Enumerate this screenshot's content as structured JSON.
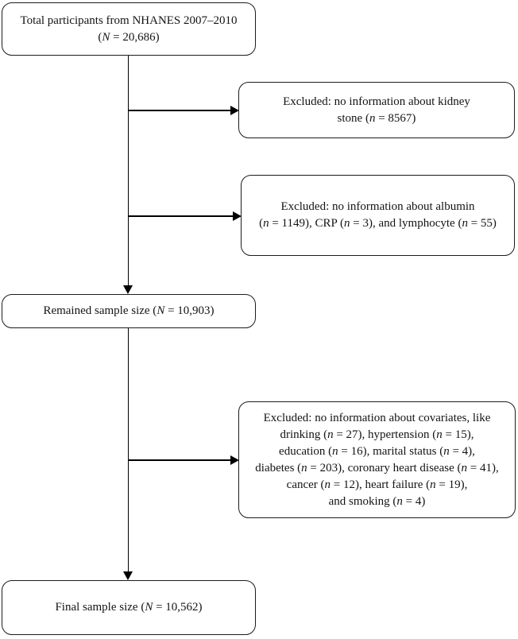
{
  "figure": {
    "kind": "participant-flow-diagram",
    "colors": {
      "background": "#ffffff",
      "box_border": "#1c1c1c",
      "text": "#141414",
      "connector": "#000000"
    }
  },
  "boxes": {
    "total": {
      "lines": [
        {
          "segments": [
            {
              "text": "Total participants from NHANES 2007–2010"
            }
          ]
        },
        {
          "segments": [
            {
              "text": "("
            },
            {
              "text": "N",
              "italic": true
            },
            {
              "text": " = 20,686)"
            }
          ]
        }
      ]
    },
    "excl_kidney": {
      "lines": [
        {
          "segments": [
            {
              "text": "Excluded: no information about kidney"
            }
          ]
        },
        {
          "segments": [
            {
              "text": "stone ("
            },
            {
              "text": "n",
              "italic": true
            },
            {
              "text": " = 8567)"
            }
          ]
        }
      ]
    },
    "excl_labs": {
      "lines": [
        {
          "segments": [
            {
              "text": "Excluded: no information about albumin"
            }
          ]
        },
        {
          "segments": [
            {
              "text": "("
            },
            {
              "text": "n",
              "italic": true
            },
            {
              "text": " = 1149), CRP ("
            },
            {
              "text": "n",
              "italic": true
            },
            {
              "text": " = 3), and lymphocyte ("
            },
            {
              "text": "n",
              "italic": true
            },
            {
              "text": " = 55)"
            }
          ]
        }
      ]
    },
    "remained": {
      "lines": [
        {
          "segments": [
            {
              "text": "Remained sample size ("
            },
            {
              "text": "N",
              "italic": true
            },
            {
              "text": " = 10,903)"
            }
          ]
        }
      ]
    },
    "excl_covariates": {
      "lines": [
        {
          "segments": [
            {
              "text": "Excluded: no information about covariates, like"
            }
          ]
        },
        {
          "segments": [
            {
              "text": "drinking ("
            },
            {
              "text": "n",
              "italic": true
            },
            {
              "text": " = 27), hypertension ("
            },
            {
              "text": "n",
              "italic": true
            },
            {
              "text": " = 15),"
            }
          ]
        },
        {
          "segments": [
            {
              "text": "education ("
            },
            {
              "text": "n",
              "italic": true
            },
            {
              "text": " = 16), marital status ("
            },
            {
              "text": "n",
              "italic": true
            },
            {
              "text": " = 4),"
            }
          ]
        },
        {
          "segments": [
            {
              "text": "diabetes ("
            },
            {
              "text": "n",
              "italic": true
            },
            {
              "text": " = 203), coronary heart disease ("
            },
            {
              "text": "n",
              "italic": true
            },
            {
              "text": " = 41),"
            }
          ]
        },
        {
          "segments": [
            {
              "text": "cancer ("
            },
            {
              "text": "n",
              "italic": true
            },
            {
              "text": " = 12), heart failure ("
            },
            {
              "text": "n",
              "italic": true
            },
            {
              "text": " = 19),"
            }
          ]
        },
        {
          "segments": [
            {
              "text": "and smoking ("
            },
            {
              "text": "n",
              "italic": true
            },
            {
              "text": " = 4)"
            }
          ]
        }
      ]
    },
    "final": {
      "lines": [
        {
          "segments": [
            {
              "text": "Final sample size ("
            },
            {
              "text": "N",
              "italic": true
            },
            {
              "text": " = 10,562)"
            }
          ]
        }
      ]
    }
  }
}
